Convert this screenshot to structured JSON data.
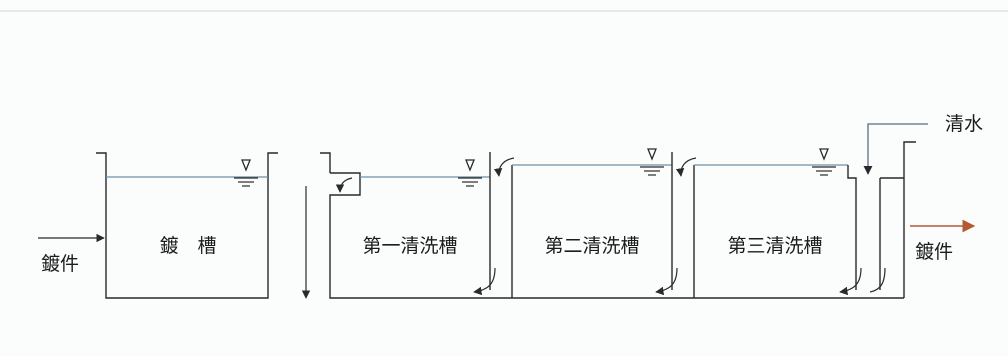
{
  "labels": {
    "plating_tank": "鍍　槽",
    "rinse_1": "第一清洗槽",
    "rinse_2": "第二清洗槽",
    "rinse_3": "第三清洗槽",
    "clean_water": "清水",
    "workpiece_in": "鍍件",
    "workpiece_out": "鍍件"
  },
  "colors": {
    "walls": "#2a2a2a",
    "water_line": "#6d8fa6",
    "inlet_pipe": "#56708a",
    "outlet_arrow": "#b45a32"
  },
  "icons": {
    "water_level": "water-level-triangle-icon"
  }
}
